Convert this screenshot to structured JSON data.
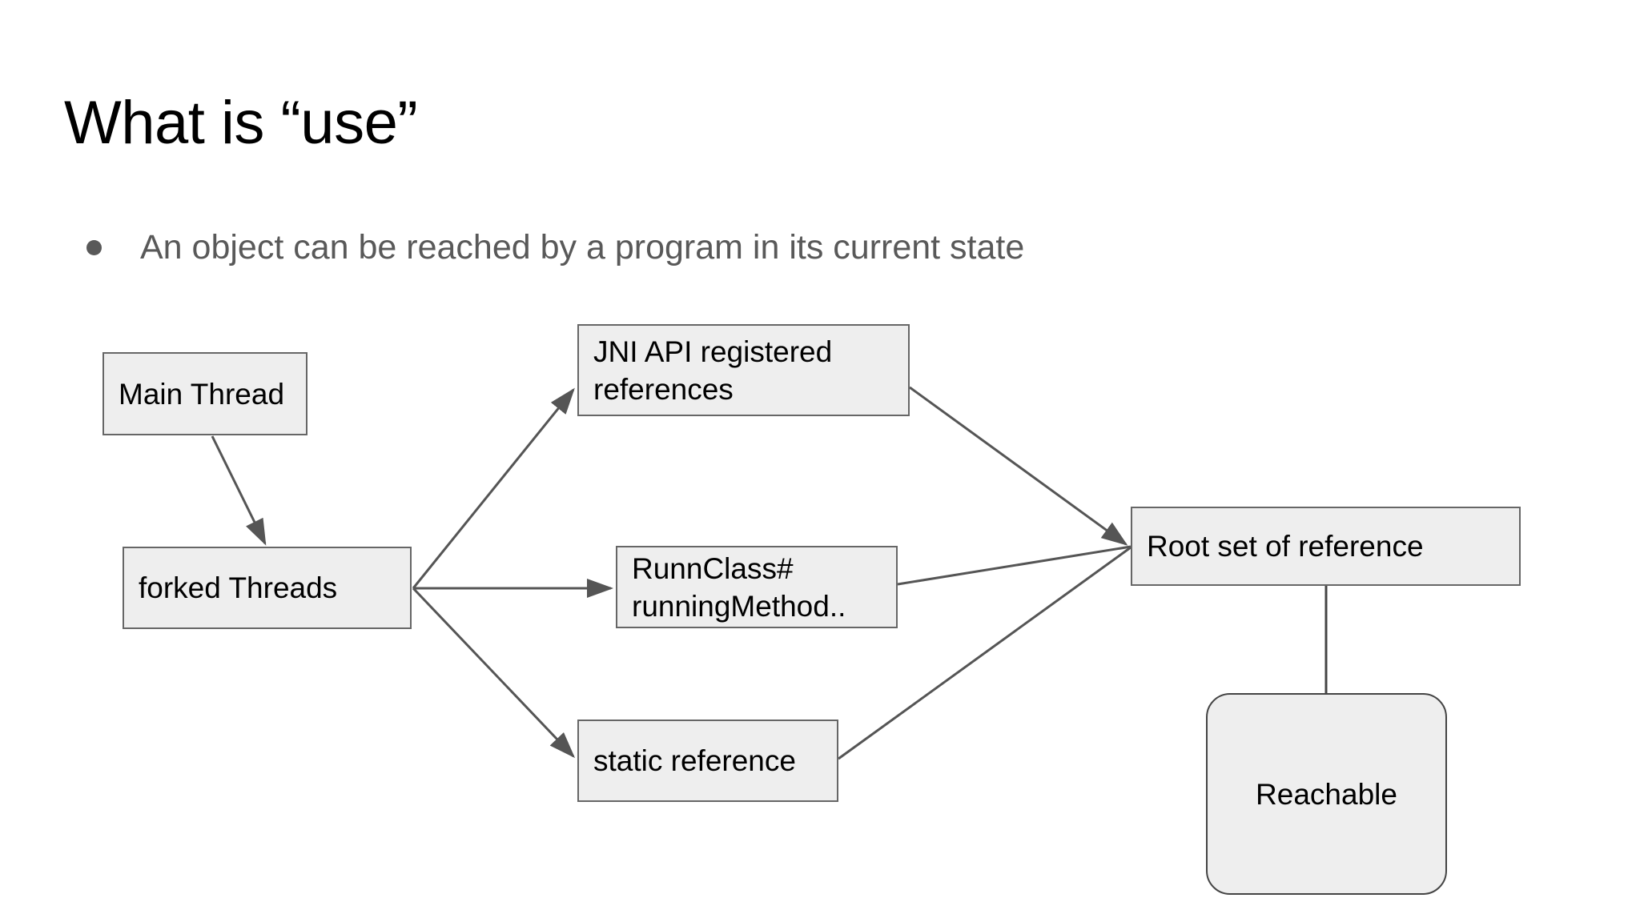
{
  "slide": {
    "title": "What is “use”",
    "bullets": [
      {
        "text": "An object can be reached by a program in its current state"
      }
    ]
  },
  "diagram": {
    "nodes": [
      {
        "id": "main-thread",
        "label": "Main Thread"
      },
      {
        "id": "forked-threads",
        "label": "forked Threads"
      },
      {
        "id": "jni-refs",
        "label": "JNI API registered\nreferences"
      },
      {
        "id": "runn-class",
        "label": "RunnClass#\nrunningMethod.."
      },
      {
        "id": "static-reference",
        "label": "static reference"
      },
      {
        "id": "root-set",
        "label": "Root set of reference"
      },
      {
        "id": "reachable",
        "label": "Reachable"
      }
    ],
    "edges": [
      {
        "from": "main-thread",
        "to": "forked-threads",
        "arrow": true
      },
      {
        "from": "forked-threads",
        "to": "jni-refs",
        "arrow": true
      },
      {
        "from": "forked-threads",
        "to": "runn-class",
        "arrow": true
      },
      {
        "from": "forked-threads",
        "to": "static-reference",
        "arrow": true
      },
      {
        "from": "jni-refs",
        "to": "root-set",
        "arrow": true
      },
      {
        "from": "runn-class",
        "to": "root-set",
        "arrow": false
      },
      {
        "from": "static-reference",
        "to": "root-set",
        "arrow": false
      },
      {
        "from": "root-set",
        "to": "reachable",
        "arrow": false
      }
    ]
  },
  "colors": {
    "background": "#ffffff",
    "title_text": "#000000",
    "body_text": "#595959",
    "node_fill": "#eeeeee",
    "node_border": "#666666",
    "rounded_node_border": "#444444",
    "edge_stroke": "#555555"
  }
}
